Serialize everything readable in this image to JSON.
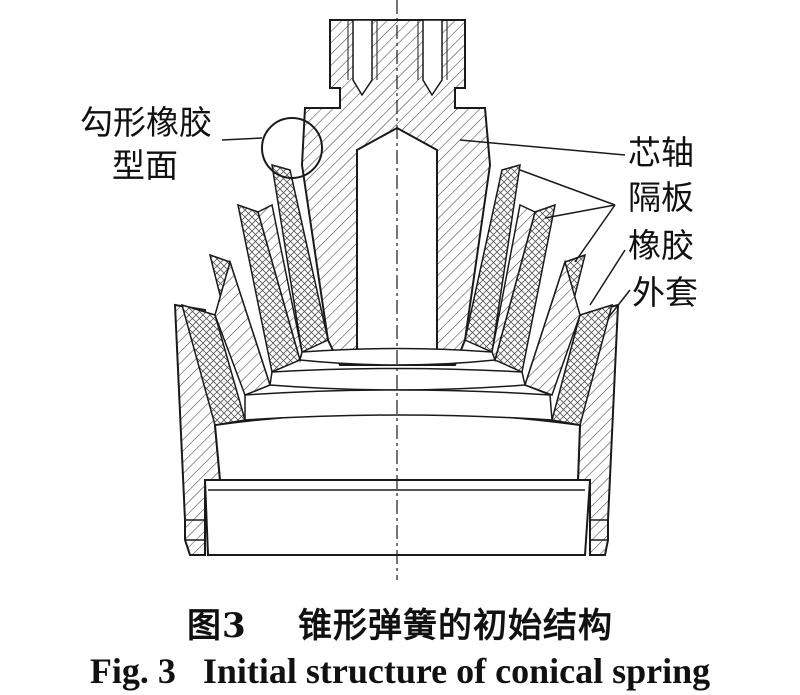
{
  "labels": {
    "hook_rubber_surface_line1": "勾形橡胶",
    "hook_rubber_surface_line2": "型面",
    "mandrel": "芯轴",
    "partition": "隔板",
    "rubber": "橡胶",
    "outer_sleeve": "外套"
  },
  "caption": {
    "cn_number": "图3",
    "cn_title": "锥形弹簧的初始结构",
    "en_number": "Fig. 3",
    "en_title": "Initial structure of conical spring"
  },
  "colors": {
    "line": "#1a1a1a",
    "hatch": "#333333",
    "background": "#ffffff"
  }
}
